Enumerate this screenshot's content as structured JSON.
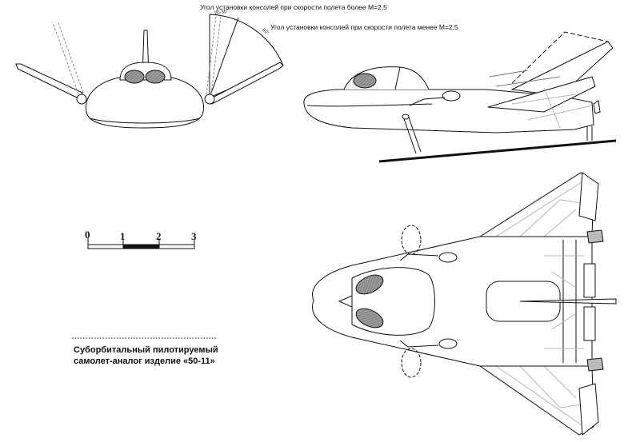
{
  "annotations": {
    "above_mach": "Угол установки консолей при скорости полета более М=2,5",
    "below_mach": "Угол установки консолей при скорости полета менее М=2,5",
    "angle_small": "20-35°",
    "angle_large": "60°"
  },
  "scale": {
    "labels": [
      "0",
      "1",
      "2",
      "3"
    ]
  },
  "caption": {
    "line1": "Суборбитальный пилотируемый",
    "line2": "самолет-аналог изделие «50-11»"
  },
  "colors": {
    "ink": "#111111",
    "canopy_shade": "#8a8a8a",
    "hidden_lines": "#b5b5b5"
  }
}
